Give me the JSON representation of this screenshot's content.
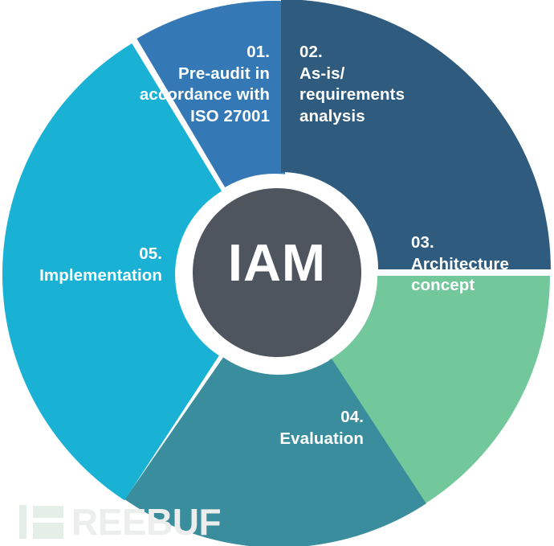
{
  "diagram": {
    "type": "donut-cycle",
    "center": {
      "label": "IAM",
      "fill_color": "#4e555f",
      "text_color": "#ffffff"
    },
    "background_color": "#ffffff",
    "segments": [
      {
        "number": "01.",
        "title": "Pre-audit in\naccordance with\nISO 27001",
        "label": "01.\nPre-audit in\naccordance with\nISO 27001",
        "color": "#3479b5",
        "align": "right"
      },
      {
        "number": "02.",
        "title": "As-is/\nrequirements\nanalysis",
        "label": "02.\nAs-is/\nrequirements\nanalysis",
        "color": "#2e5b7e",
        "align": "left"
      },
      {
        "number": "03.",
        "title": "Architecture\nconcept",
        "label": "03.\nArchitecture\nconcept",
        "color": "#72c79b",
        "align": "left"
      },
      {
        "number": "04.",
        "title": "Evaluation",
        "label": "04.\nEvaluation",
        "color": "#3a8d9c",
        "align": "right"
      },
      {
        "number": "05.",
        "title": "Implementation",
        "label": "05.\nImplementation",
        "color": "#1ab2d4",
        "align": "right"
      }
    ]
  },
  "watermark": {
    "text": "REEBUF",
    "full_text": "FREEBUF",
    "text_color": "#eceded",
    "logo_bar_color": "#e2eee6",
    "logo_block_color": "#e4efe8"
  }
}
